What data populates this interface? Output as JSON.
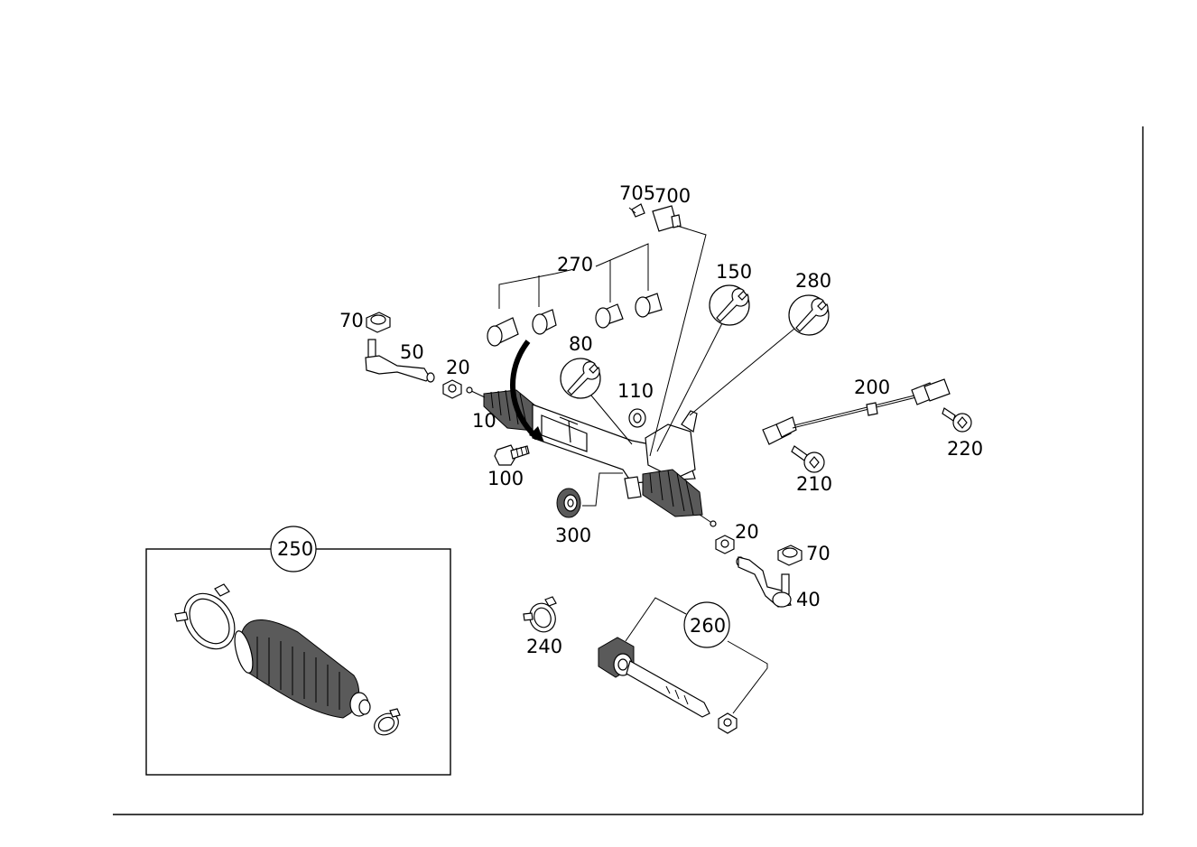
{
  "diagram": {
    "title": "",
    "callouts": {
      "c705": "705",
      "c700": "700",
      "c270": "270",
      "c150": "150",
      "c280": "280",
      "c70_left": "70",
      "c50": "50",
      "c80": "80",
      "c20_left": "20",
      "c110": "110",
      "c10": "10",
      "c200": "200",
      "c100": "100",
      "c220": "220",
      "c210": "210",
      "c300": "300",
      "c20_right": "20",
      "c70_right": "70",
      "c40": "40",
      "c250": "250",
      "c260": "260",
      "c240": "240"
    },
    "wrench_symbol_callouts": [
      "150",
      "280",
      "80"
    ],
    "inset_callout": "250"
  }
}
